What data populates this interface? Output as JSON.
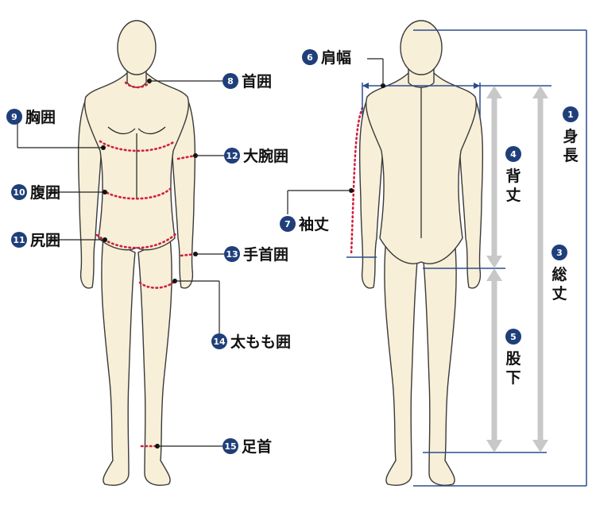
{
  "colors": {
    "badge": "#1f3f7a",
    "dotted": "#d21e3c",
    "guide": "#2a4d8f",
    "arrow": "#c8c8c8",
    "skin": "#f7efd7"
  },
  "front": {
    "neck": {
      "num": "8",
      "label": "首囲"
    },
    "chest": {
      "num": "9",
      "label": "胸囲"
    },
    "waist": {
      "num": "10",
      "label": "腹囲"
    },
    "hip": {
      "num": "11",
      "label": "尻囲"
    },
    "upper_arm": {
      "num": "12",
      "label": "大腕囲"
    },
    "wrist": {
      "num": "13",
      "label": "手首囲"
    },
    "thigh": {
      "num": "14",
      "label": "太もも囲"
    },
    "ankle": {
      "num": "15",
      "label": "足首"
    }
  },
  "back": {
    "shoulder": {
      "num": "6",
      "label": "肩幅"
    },
    "sleeve": {
      "num": "7",
      "label": "袖丈"
    },
    "height": {
      "num": "1",
      "label": [
        "身",
        "長"
      ]
    },
    "back_length": {
      "num": "4",
      "label": [
        "背",
        "丈"
      ]
    },
    "total_length": {
      "num": "3",
      "label": [
        "総",
        "丈"
      ]
    },
    "inseam": {
      "num": "5",
      "label": [
        "股",
        "下"
      ]
    }
  }
}
